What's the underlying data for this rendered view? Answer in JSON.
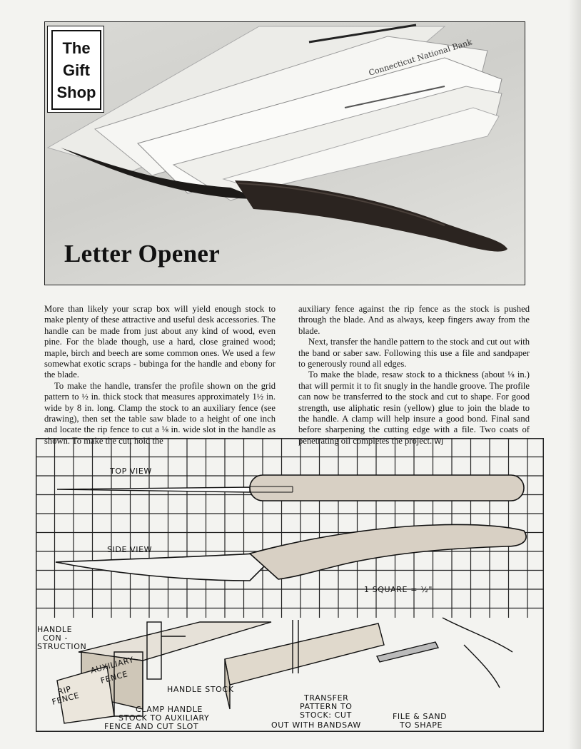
{
  "header": {
    "badge_lines": [
      "The",
      "Gift",
      "Shop"
    ],
    "title": "Letter Opener",
    "envelope_text": "Connecticut National Bank"
  },
  "article": {
    "left_paragraphs": [
      "More than likely your scrap box will yield enough stock to make plenty of these attractive and useful desk accessories. The handle can be made from just about any kind of wood, even pine. For the blade though, use a hard, close grained wood; maple, birch and beech are some common ones. We used a few somewhat exotic scraps - bubinga for the handle and ebony for the blade.",
      "To make the handle, transfer the profile shown on the grid pattern to ½ in. thick stock that measures approximately 1½ in. wide by 8 in. long. Clamp the stock to an auxiliary fence (see drawing), then set the table saw blade to a height of one inch and locate the rip fence to cut a ⅛ in. wide slot in the handle as shown. To make the cut, hold the"
    ],
    "right_paragraphs": [
      "auxiliary fence against the rip fence as the stock is pushed through the blade. And as always, keep fingers away from the blade.",
      "Next, transfer the handle pattern to the stock and cut out with the band or saber saw. Following this use a file and sandpaper to generously round all edges.",
      "To make the blade, resaw stock to a thickness (about ⅛ in.) that will permit it to fit snugly in the handle groove. The profile can now be transferred to the stock and cut to shape. For good strength, use aliphatic resin (yellow) glue to join the blade to the handle. A clamp will help insure a good bond. Final sand before sharpening the cutting edge with a file. Two coats of penetrating oil completes the project."
    ],
    "signature": "WJ"
  },
  "drawing": {
    "top_view": "TOP VIEW",
    "side_view": "SIDE VIEW",
    "scale": "1 SQUARE = ½\"",
    "handle_construction": [
      "HANDLE",
      "CON -",
      "STRUCTION"
    ],
    "auxiliary_fence": [
      "AUXILIARY",
      "FENCE"
    ],
    "rip_fence": [
      "RIP",
      "FENCE"
    ],
    "handle_stock": "HANDLE STOCK",
    "clamp_caption": [
      "CLAMP HANDLE",
      "STOCK TO AUXILIARY",
      "FENCE AND CUT SLOT"
    ],
    "transfer_caption": [
      "TRANSFER",
      "PATTERN TO",
      "STOCK: CUT",
      "OUT WITH BANDSAW"
    ],
    "file_caption": [
      "FILE & SAND",
      "TO SHAPE"
    ]
  }
}
